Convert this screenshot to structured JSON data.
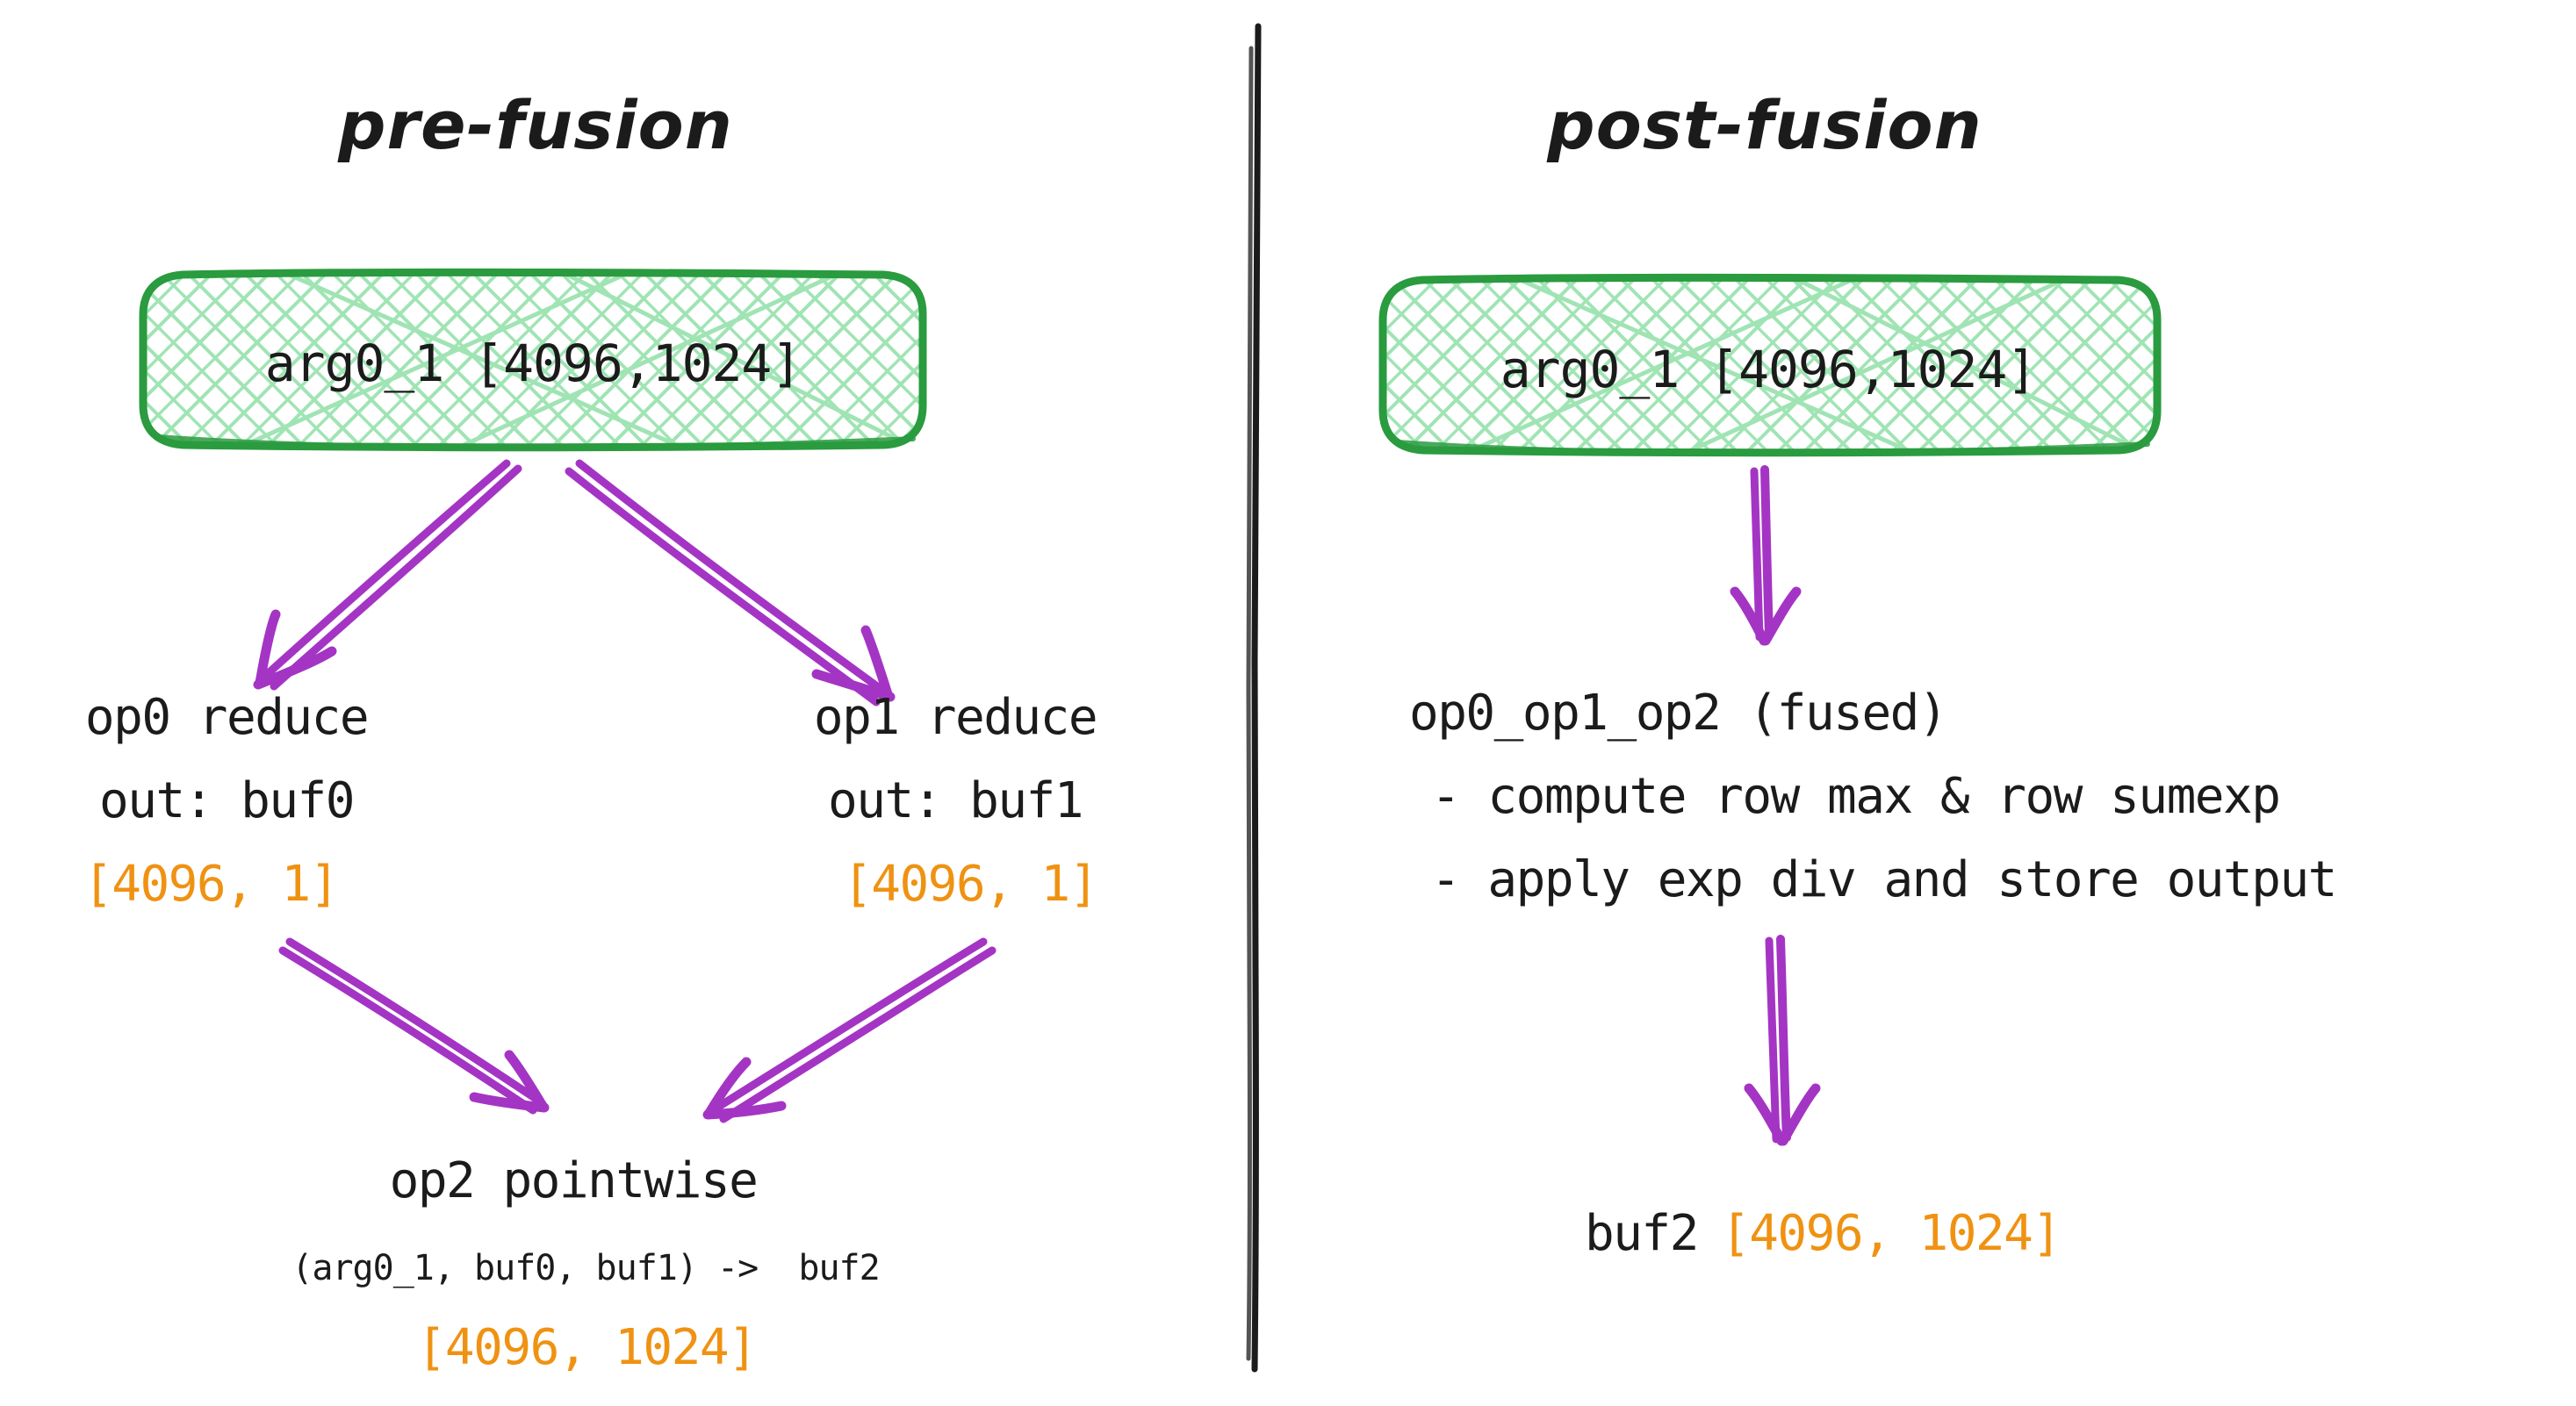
{
  "diagram": {
    "title_left": "pre-fusion",
    "title_right": "post-fusion",
    "colors": {
      "ink": "#1b1b1b",
      "arrow_purple": "#a435c4",
      "box_border_green": "#2a9b3f",
      "box_hatch_green": "#a0e4b4",
      "shape_orange": "#ef9212",
      "background": "#ffffff"
    },
    "divider": "vertical-hand-drawn-line"
  },
  "left_panel": {
    "input_node": {
      "label": "arg0_1 [4096,1024]",
      "style": "green-hatched-rounded-box"
    },
    "nodes": [
      {
        "id": "op0",
        "line1": "op0 reduce",
        "line2": "out: buf0",
        "shape": "[4096, 1]"
      },
      {
        "id": "op1",
        "line1": "op1 reduce",
        "line2": "out: buf1",
        "shape": "[4096, 1]"
      },
      {
        "id": "op2",
        "line1": "op2 pointwise",
        "line2": "(arg0_1, buf0, buf1) ->  buf2",
        "shape": "[4096, 1024]"
      }
    ],
    "edges": [
      {
        "from": "arg0_1",
        "to": "op0"
      },
      {
        "from": "arg0_1",
        "to": "op1"
      },
      {
        "from": "op0",
        "to": "op2"
      },
      {
        "from": "op1",
        "to": "op2"
      }
    ]
  },
  "right_panel": {
    "input_node": {
      "label": "arg0_1 [4096,1024]",
      "style": "green-hatched-rounded-box"
    },
    "fused_node": {
      "header": "op0_op1_op2 (fused)",
      "bullets": [
        "- compute row max & row sumexp",
        "- apply exp div and store output"
      ]
    },
    "output_node": {
      "name": "buf2",
      "shape": "[4096, 1024]"
    },
    "edges": [
      {
        "from": "arg0_1",
        "to": "op0_op1_op2"
      },
      {
        "from": "op0_op1_op2",
        "to": "buf2"
      }
    ]
  }
}
